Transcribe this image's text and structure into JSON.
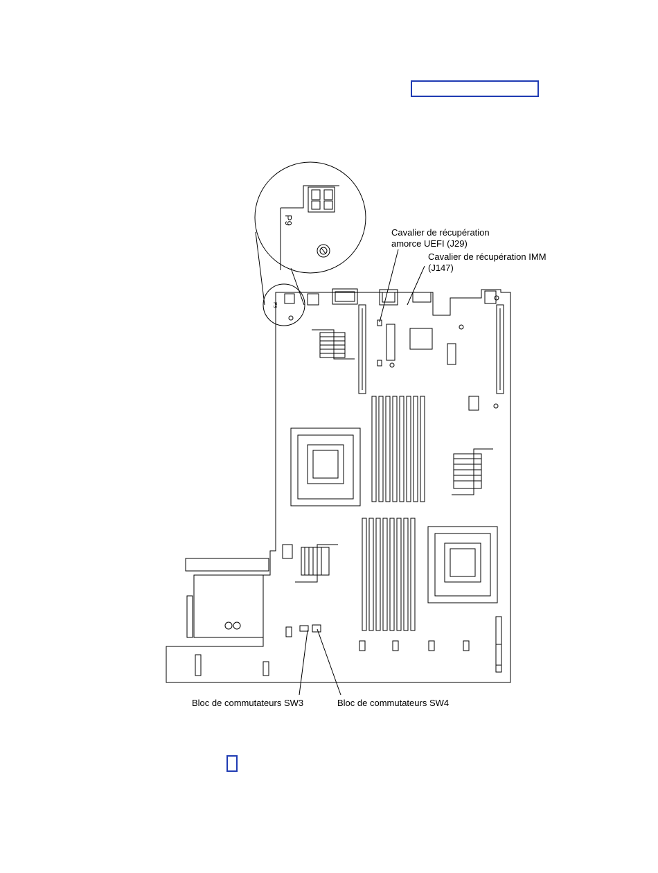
{
  "callouts": {
    "uefi_line1": "Cavalier de récupération",
    "uefi_line2": "amorce UEFI (J29)",
    "imm_line1": "Cavalier de récupération IMM",
    "imm_line2": "(J147)",
    "sw3": "Bloc de commutateurs SW3",
    "sw4": "Bloc de commutateurs SW4"
  },
  "board_labels": {
    "p9_zoom": "P9",
    "p9_small": "P9"
  },
  "colors": {
    "accent_box": "#1f3bb3",
    "line": "#000000"
  }
}
